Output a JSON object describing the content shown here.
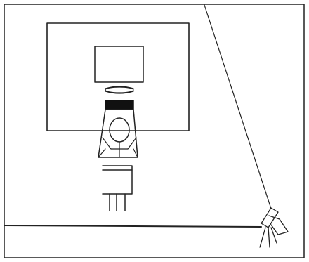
{
  "diagram": {
    "subjects": [
      "room-wall",
      "desk",
      "monitor",
      "eye-tracker",
      "participant",
      "chair",
      "camera"
    ]
  }
}
